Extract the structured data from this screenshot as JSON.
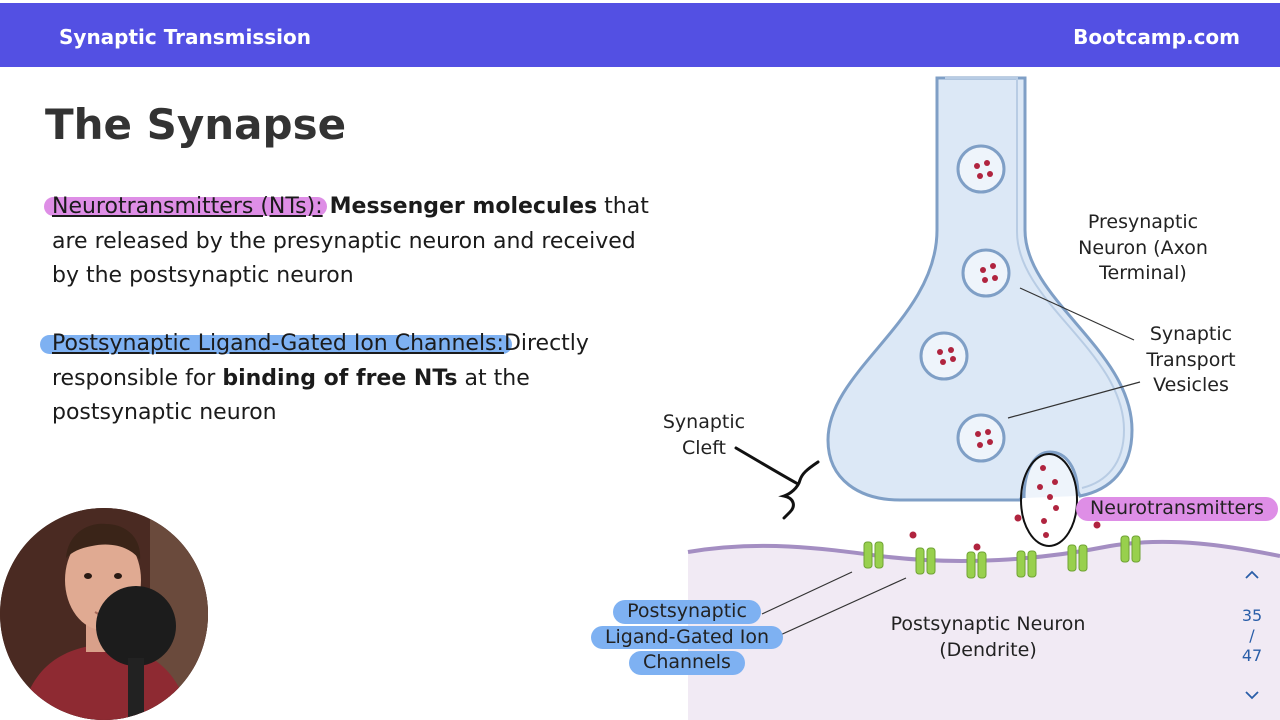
{
  "header": {
    "course_title": "Synaptic Transmission",
    "brand": "Bootcamp.com"
  },
  "slide": {
    "title": "The Synapse",
    "definitions": [
      {
        "term": "Neurotransmitters (NTs):",
        "bold": "Messenger molecules",
        "rest": "that are released by the presynaptic neuron and received by the postsynaptic neuron"
      },
      {
        "term": "Postsynaptic Ligand-Gated Ion Channels:",
        "pre": "Directly responsible for",
        "bold": "binding of free NTs",
        "post": "at the postsynaptic neuron"
      }
    ]
  },
  "diagram": {
    "labels": {
      "presynaptic": [
        "Presynaptic",
        "Neuron (Axon",
        "Terminal)"
      ],
      "vesicles": [
        "Synaptic",
        "Transport",
        "Vesicles"
      ],
      "cleft": [
        "Synaptic",
        "Cleft"
      ],
      "neurotransmitters": "Neurotransmitters",
      "channels": [
        "Postsynaptic",
        "Ligand-Gated Ion",
        "Channels"
      ],
      "postsynaptic": [
        "Postsynaptic Neuron",
        "(Dendrite)"
      ]
    },
    "colors": {
      "axon_fill": "#dce8f6",
      "axon_stroke": "#7f9fc6",
      "vesicle_dot": "#b0243f",
      "channel": "#98d04d",
      "dendrite_fill": "#f1eaf4",
      "dendrite_stroke": "#a48ec2",
      "highlight_pink": "#de8ee6",
      "highlight_blue": "#7eb1f2"
    }
  },
  "navigation": {
    "up_icon": "chevron-up-icon",
    "current_page": "35",
    "separator": "/",
    "total_pages": "47",
    "down_icon": "chevron-down-icon"
  }
}
